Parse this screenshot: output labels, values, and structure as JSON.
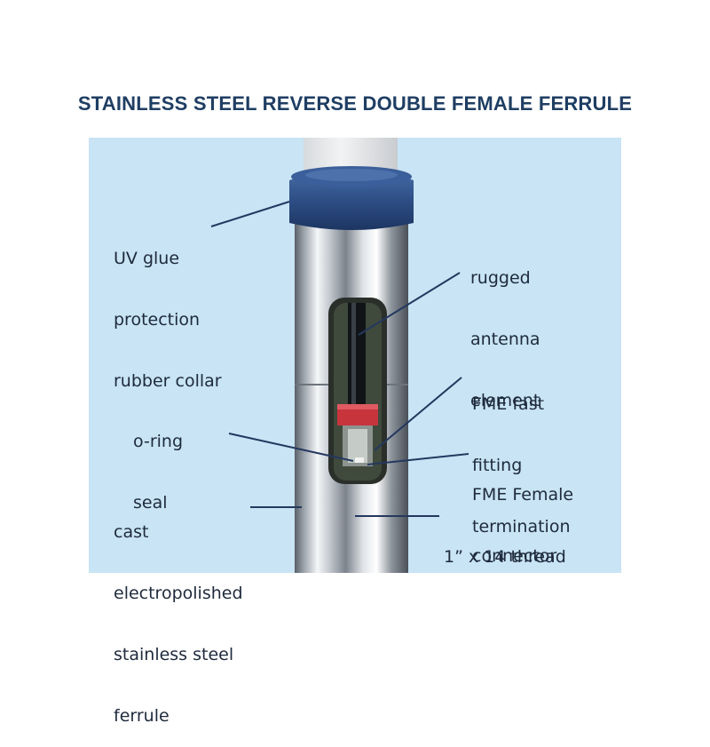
{
  "title": "STAINLESS STEEL REVERSE DOUBLE FEMALE FERRULE",
  "colors": {
    "title": "#1f3e63",
    "panel_background": "#c8e4f5",
    "label_text": "#1e2a3c",
    "leader_lines": "#24385f",
    "rubber_collar": "#2e4f86",
    "steel_light": "#f4f6f8",
    "steel_dark": "#4a5058",
    "connector_red": "#c8343c"
  },
  "labels": {
    "uv_collar": [
      "UV glue",
      "protection",
      "rubber collar"
    ],
    "antenna_element": [
      "rugged",
      "antenna",
      "element"
    ],
    "fme_fast": [
      "FME fast",
      "fitting",
      "termination"
    ],
    "o_ring": [
      "o-ring",
      "seal"
    ],
    "fme_female": [
      "FME Female",
      "connector"
    ],
    "ferrule": [
      "cast",
      "electropolished",
      "stainless steel",
      "ferrule"
    ],
    "thread": [
      "1” x 14 thread"
    ]
  }
}
